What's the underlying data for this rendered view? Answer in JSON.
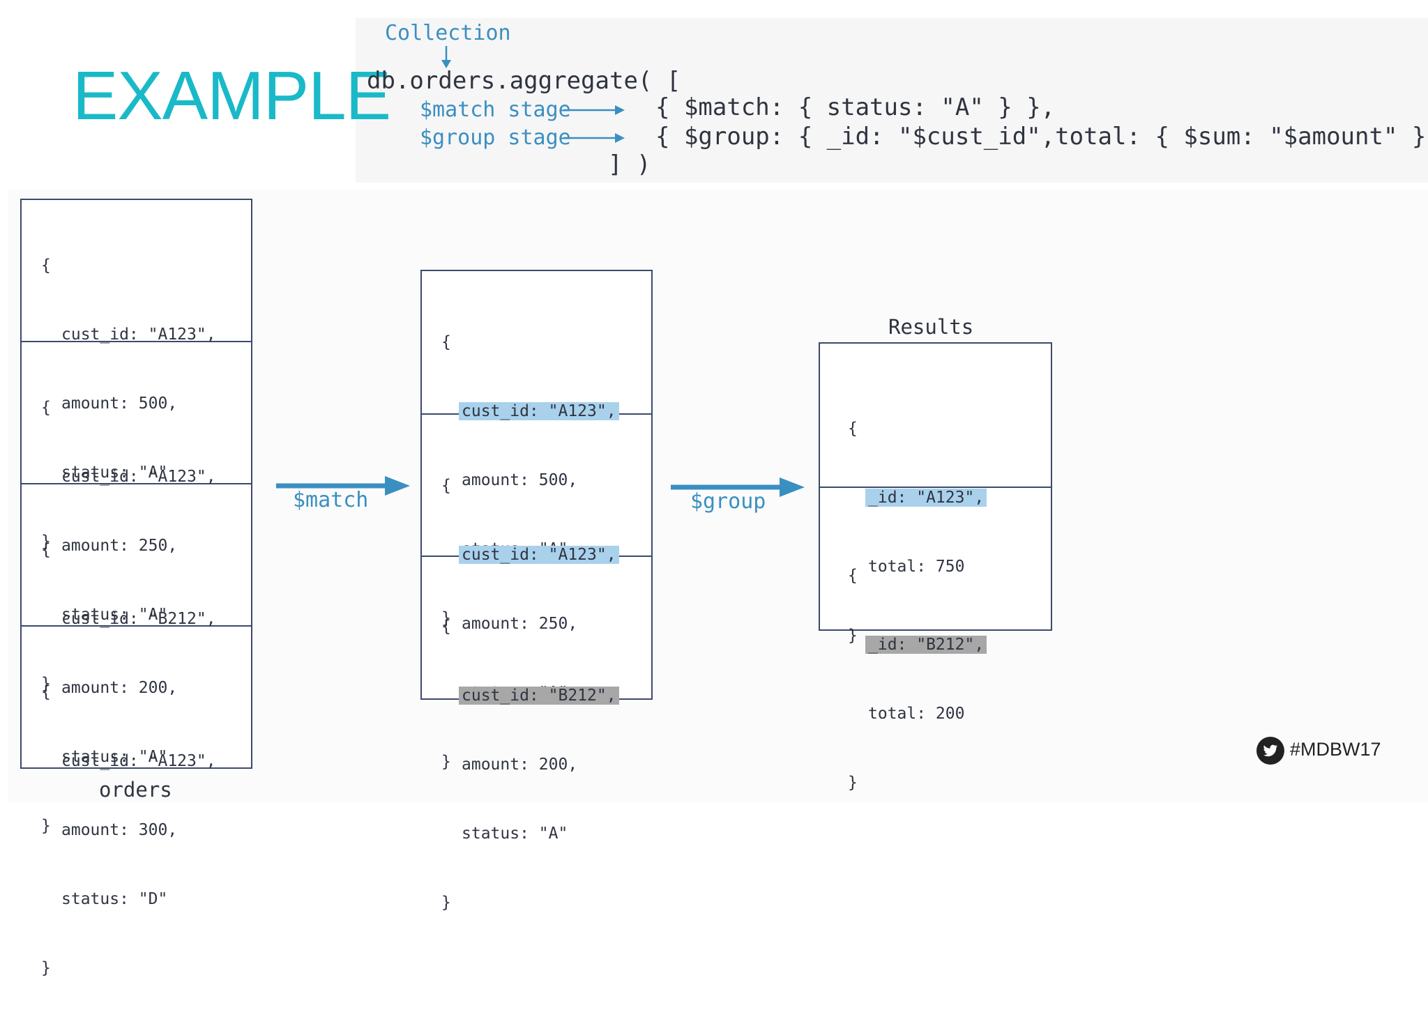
{
  "title": "EXAMPLE",
  "code": {
    "collection_label": "Collection",
    "line1": "db.orders.aggregate( [",
    "match_stage_label": "$match stage",
    "group_stage_label": "$group stage",
    "match_expr": "{ $match: { status: \"A\" } },",
    "group_expr": "{ $group: { _id: \"$cust_id\",total: { $sum: \"$amount\" } } }",
    "closing": "] )"
  },
  "orders": {
    "label": "orders",
    "docs": [
      {
        "open": "{",
        "cust_id": "cust_id: \"A123\",",
        "amount": "amount: 500,",
        "status": "status: \"A\"",
        "close": "}"
      },
      {
        "open": "{",
        "cust_id": "cust_id: \"A123\",",
        "amount": "amount: 250,",
        "status": "status: \"A\"",
        "close": "}"
      },
      {
        "open": "{",
        "cust_id": "cust_id: \"B212\",",
        "amount": "amount: 200,",
        "status": "status: \"A\"",
        "close": "}"
      },
      {
        "open": "{",
        "cust_id": "cust_id: \"A123\",",
        "amount": "amount: 300,",
        "status": "status: \"D\"",
        "close": "}"
      }
    ]
  },
  "matched": {
    "docs": [
      {
        "open": "{",
        "cust_id": "cust_id: \"A123\",",
        "amount": "amount: 500,",
        "status": "status: \"A\"",
        "close": "}"
      },
      {
        "open": "{",
        "cust_id": "cust_id: \"A123\",",
        "amount": "amount: 250,",
        "status": "status: \"A\"",
        "close": "}"
      },
      {
        "open": "{",
        "cust_id": "cust_id: \"B212\",",
        "amount": "amount: 200,",
        "status": "status: \"A\"",
        "close": "}"
      }
    ]
  },
  "results": {
    "label": "Results",
    "docs": [
      {
        "open": "{",
        "id": "_id: \"A123\",",
        "total": "total: 750",
        "close": "}"
      },
      {
        "open": "{",
        "id": "_id: \"B212\",",
        "total": "total: 200",
        "close": "}"
      }
    ]
  },
  "arrows": {
    "match_label": "$match",
    "group_label": "$group"
  },
  "footer": {
    "hashtag": "#MDBW17",
    "icon": "twitter-bird-icon"
  },
  "colors": {
    "title": "#1ab9c8",
    "accent_blue": "#3a8fc1",
    "highlight_blue": "#a9d1ec",
    "highlight_gray": "#a7a7a7",
    "box_border": "#3b4a6b"
  }
}
